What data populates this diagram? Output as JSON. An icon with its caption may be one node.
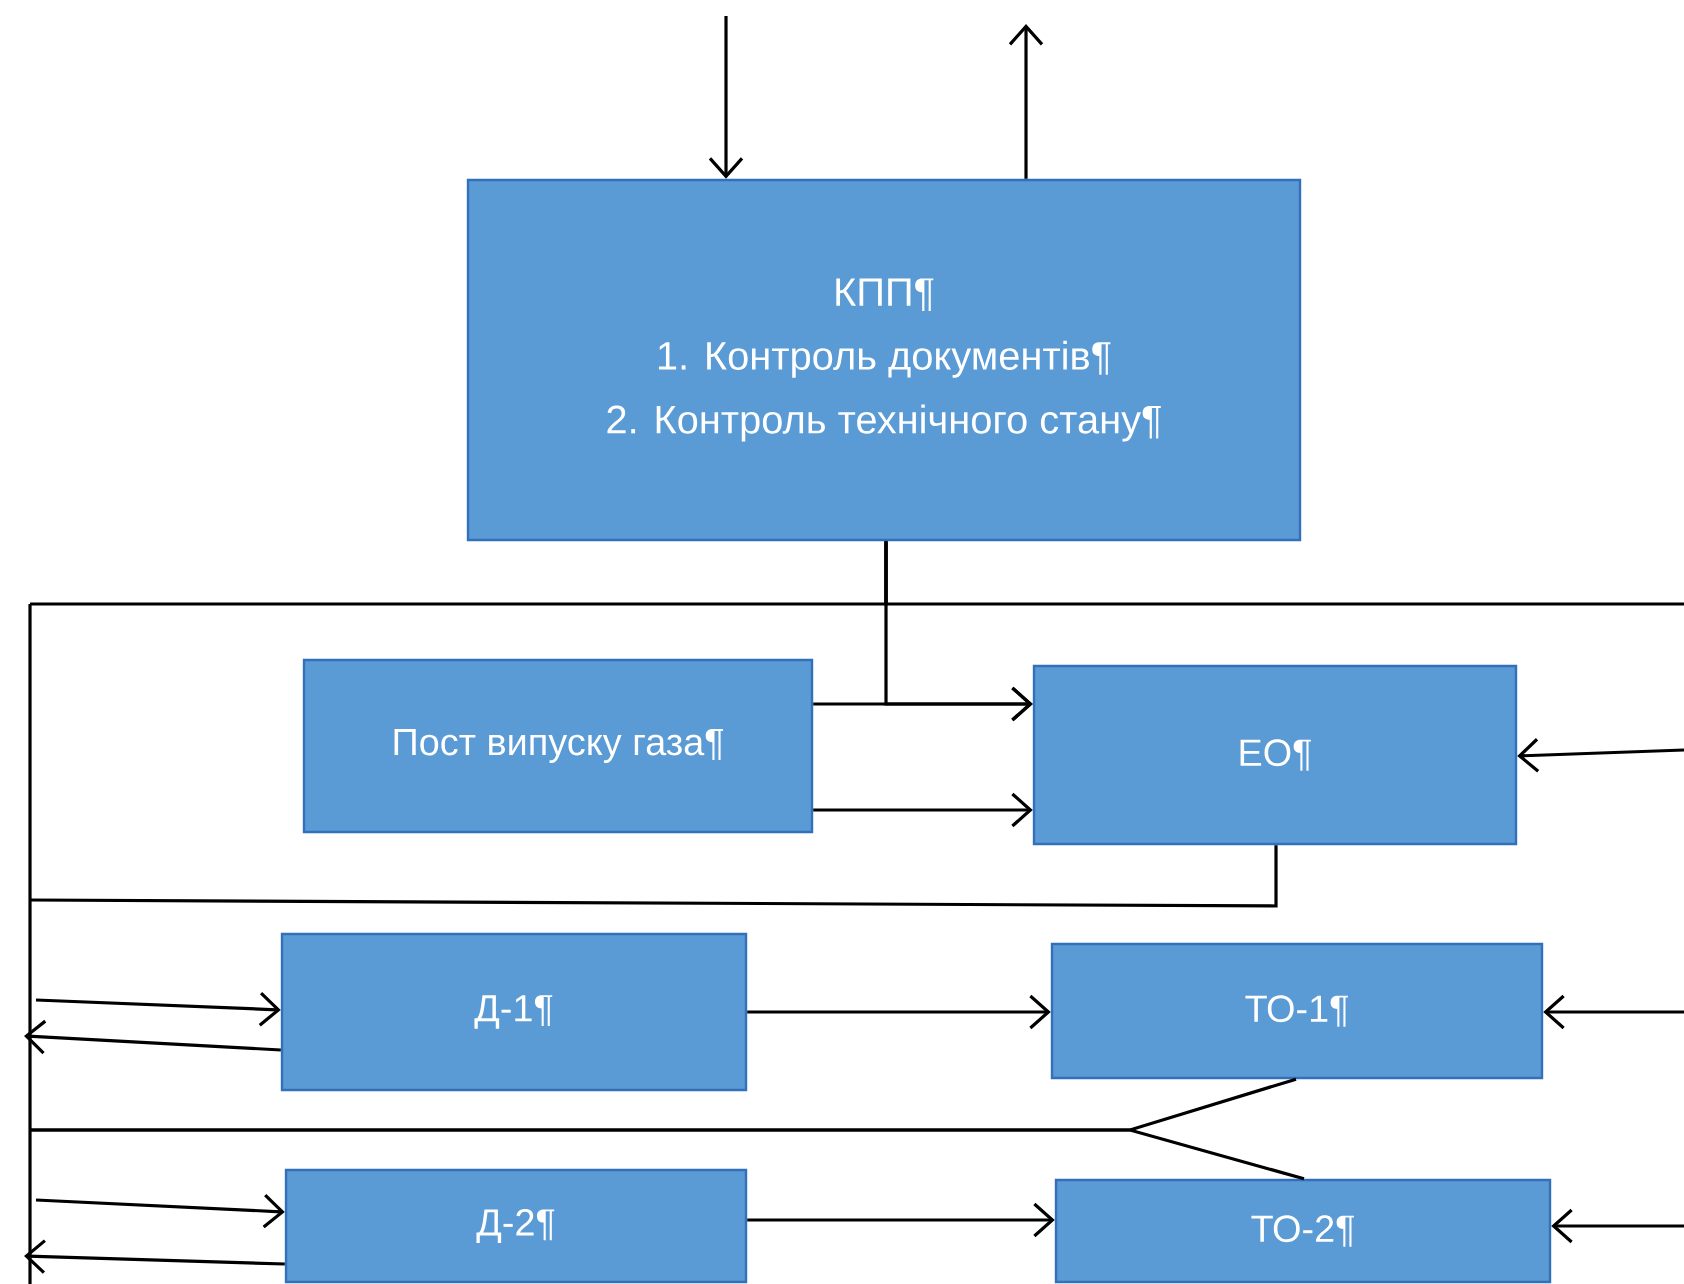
{
  "diagram": {
    "nodes": [
      {
        "text": [
          "КПП¶",
          "1. Контроль документів¶",
          "2. Контроль технічного стану¶"
        ]
      },
      {
        "text": [
          "Пост випуску газа¶"
        ]
      },
      {
        "text": [
          "ЕО¶"
        ]
      },
      {
        "text": [
          "Д-1¶"
        ]
      },
      {
        "text": [
          "ТО-1¶"
        ]
      },
      {
        "text": [
          "Д-2¶"
        ]
      },
      {
        "text": [
          "ТО-2¶"
        ]
      }
    ],
    "edges": [
      {
        "from": null,
        "to": 0,
        "arrow": "to"
      },
      {
        "from": 0,
        "to": null,
        "arrow": "to"
      },
      {
        "from": 0,
        "to": 2,
        "arrow": "to"
      },
      {
        "from": 1,
        "to": 2,
        "arrow": "to"
      },
      {
        "from": 1,
        "to": 2,
        "arrow": "to"
      },
      {
        "from": 0,
        "to": null,
        "arrow": "none"
      },
      {
        "from": 0,
        "to": null,
        "arrow": "none"
      },
      {
        "from": 2,
        "to": null,
        "arrow": "none"
      },
      {
        "from": null,
        "to": 3,
        "arrow": "to"
      },
      {
        "from": 3,
        "to": null,
        "arrow": "to"
      },
      {
        "from": 3,
        "to": 4,
        "arrow": "to"
      },
      {
        "from": null,
        "to": 4,
        "arrow": "to"
      },
      {
        "from": 4,
        "to": null,
        "arrow": "none"
      },
      {
        "from": 6,
        "to": null,
        "arrow": "none"
      },
      {
        "from": null,
        "to": 5,
        "arrow": "to"
      },
      {
        "from": 5,
        "to": null,
        "arrow": "to"
      },
      {
        "from": 5,
        "to": 6,
        "arrow": "to"
      },
      {
        "from": null,
        "to": 6,
        "arrow": "to"
      },
      {
        "from": null,
        "to": 2,
        "arrow": "to"
      }
    ]
  }
}
